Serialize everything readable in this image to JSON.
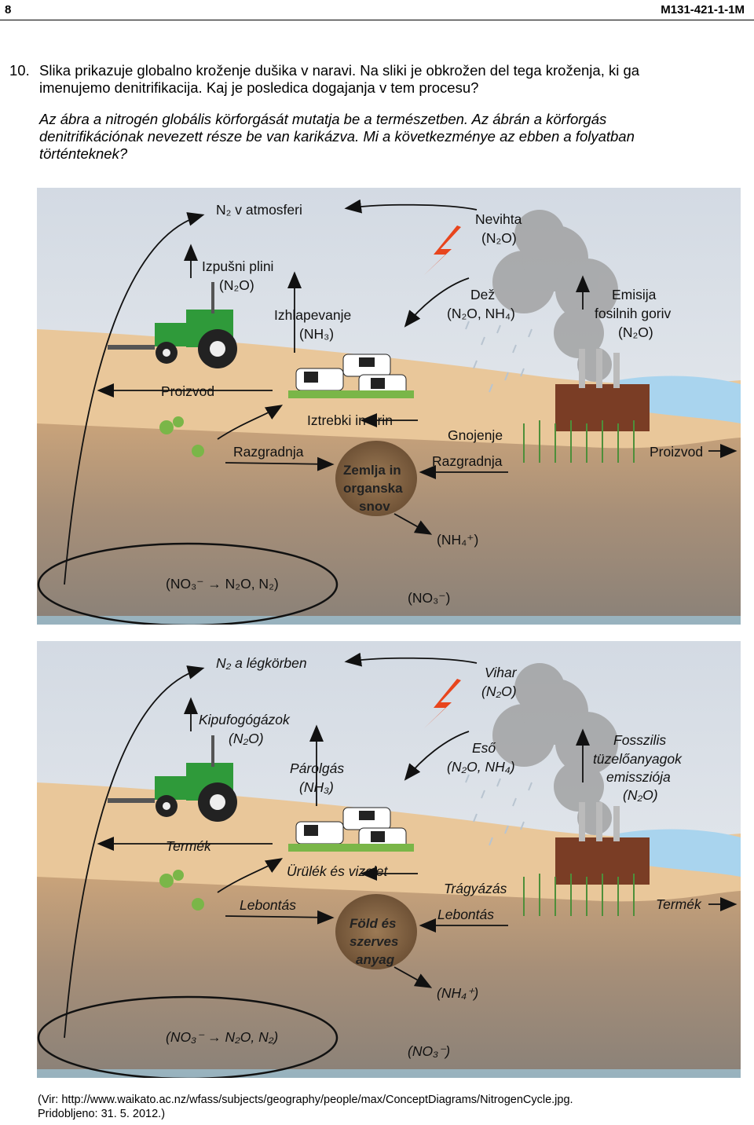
{
  "header": {
    "left": "8",
    "right": "M131-421-1-1M"
  },
  "question": {
    "number": "10.",
    "sl_line1": "Slika prikazuje globalno kroženje dušika v naravi. Na sliki je obkrožen del tega kroženja, ki ga",
    "sl_line2": "imenujemo denitrifikacija. Kaj je posledica dogajanja v tem procesu?",
    "hu_line1": "Az ábra a nitrogén globális körforgását mutatja be a természetben. Az ábrán a körforgás",
    "hu_line2": "denitrifikációnak nevezett része be van karikázva. Mi a következménye az ebben a folyatban",
    "hu_line3": "történteknek?"
  },
  "diagram_sl": {
    "atmosphere": "N₂ v atmosferi",
    "storm": "Nevihta",
    "storm_formula": "(N₂O)",
    "exhaust": "Izpušni plini",
    "exhaust_formula": "(N₂O)",
    "evaporation": "Izhlapevanje",
    "evaporation_formula": "(NH₃)",
    "rain": "Dež",
    "rain_formula": "(N₂O, NH₄)",
    "emission_line1": "Emisija",
    "emission_line2": "fosilnih goriv",
    "emission_formula": "(N₂O)",
    "product_left": "Proizvod",
    "excrement": "Iztrebki in urin",
    "fertilizing": "Gnojenje",
    "decomposition_left": "Razgradnja",
    "decomposition_right": "Razgradnja",
    "product_right": "Proizvod",
    "soil_line1": "Zemlja in",
    "soil_line2": "organska",
    "soil_line3": "snov",
    "ammonium": "(NH₄⁺)",
    "denitrification": "(NO₃⁻ → N₂O, N₂)",
    "nitrate": "(NO₃⁻)"
  },
  "diagram_hu": {
    "atmosphere": "N₂ a légkörben",
    "storm": "Vihar",
    "storm_formula": "(N₂O)",
    "exhaust": "Kipufogógázok",
    "exhaust_formula": "(N₂O)",
    "evaporation": "Párolgás",
    "evaporation_formula": "(NH₃)",
    "rain": "Eső",
    "rain_formula": "(N₂O, NH₄)",
    "emission_line1": "Fosszilis",
    "emission_line2": "tüzelőanyagok",
    "emission_line3": "emissziója",
    "emission_formula": "(N₂O)",
    "product_left": "Termék",
    "excrement": "Ürülék és vizelet",
    "fertilizing": "Trágyázás",
    "decomposition_left": "Lebontás",
    "decomposition_right": "Lebontás",
    "product_right": "Termék",
    "soil_line1": "Föld és",
    "soil_line2": "szerves",
    "soil_line3": "anyag",
    "ammonium": "(NH₄⁺)",
    "denitrification": "(NO₃⁻ → N₂O, N₂)",
    "nitrate": "(NO₃⁻)"
  },
  "source": {
    "line1": "(Vir: http://www.waikato.ac.nz/wfass/subjects/geography/people/max/ConceptDiagrams/NitrogenCycle.jpg.",
    "line2": "Pridobljeno: 31. 5. 2012.)"
  },
  "colors": {
    "sky": "#dde3ea",
    "sand": "#e9c79a",
    "soil_top": "#c9a37a",
    "soil_deep": "#8e8479",
    "water": "#a9d4ee",
    "tractor": "#2f9a3a",
    "factory": "#7a3d25",
    "lightning": "#e8451d",
    "soil_ball": "#8a6a48"
  }
}
